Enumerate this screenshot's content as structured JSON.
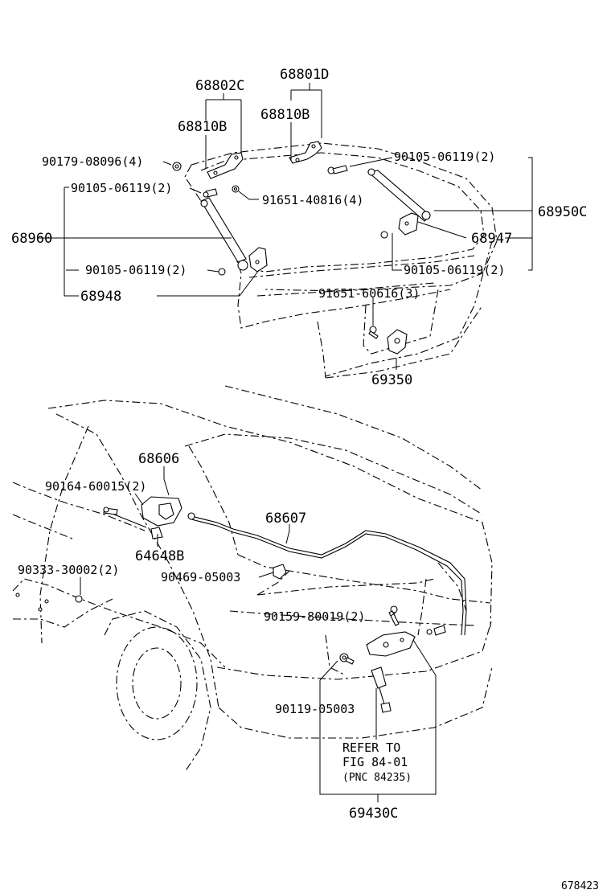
{
  "labels": {
    "p68801D": "68801D",
    "p68802C": "68802C",
    "p68810B_a": "68810B",
    "p68810B_b": "68810B",
    "p90179": "90179-08096(4)",
    "p90105_top": "90105-06119(2)",
    "p90105_left": "90105-06119(2)",
    "p91651_40816": "91651-40816(4)",
    "p68950C": "68950C",
    "p68960": "68960",
    "p68947": "68947",
    "p90105_left2": "90105-06119(2)",
    "p90105_right2": "90105-06119(2)",
    "p68948": "68948",
    "p91651_60616": "91651-60616(3)",
    "p69350": "69350",
    "p68606": "68606",
    "p90164": "90164-60015(2)",
    "p68607": "68607",
    "p64648B": "64648B",
    "p90333": "90333-30002(2)",
    "p90469": "90469-05003",
    "p90159": "90159-80019(2)",
    "p90119": "90119-05003",
    "refer1": "REFER TO",
    "refer2": "FIG 84-01",
    "refer3": "(PNC 84235)",
    "p69430C": "69430C",
    "figure_id": "678423"
  }
}
